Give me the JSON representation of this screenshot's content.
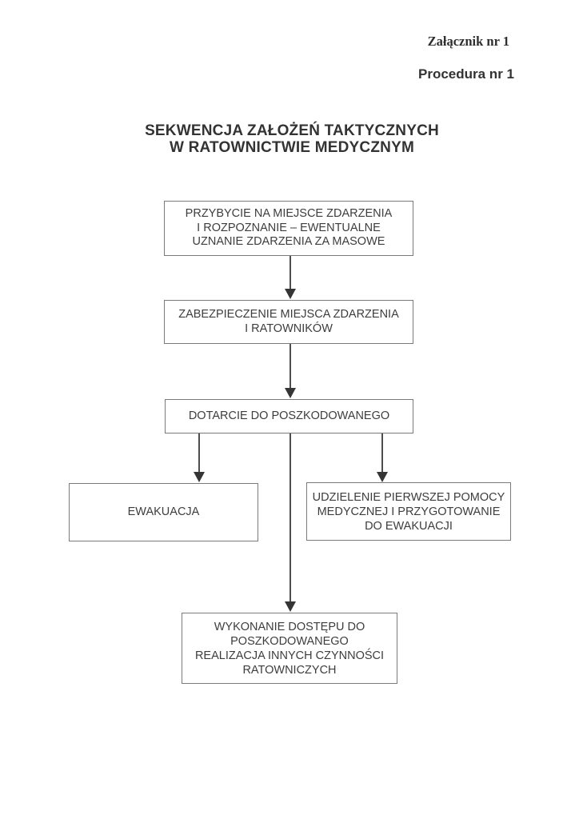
{
  "page": {
    "header": {
      "attachment": "Załącznik nr 1",
      "procedure": "Procedura nr 1"
    },
    "title": "SEKWENCJA ZAŁOŻEŃ TAKTYCZNYCH\nW RATOWNICTWIE MEDYCZNYM"
  },
  "flowchart": {
    "nodes": {
      "arrival": "PRZYBYCIE NA MIEJSCE ZDARZENIA\nI ROZPOZNANIE – EWENTUALNE\nUZNANIE ZDARZENIA ZA MASOWE",
      "securing": "ZABEZPIECZENIE MIEJSCA ZDARZENIA\nI RATOWNIKÓW",
      "reaching": "DOTARCIE DO POSZKODOWANEGO",
      "evacuation": "EWAKUACJA",
      "first_aid": "UDZIELENIE PIERWSZEJ POMOCY\nMEDYCZNEJ I PRZYGOTOWANIE\nDO EWAKUACJI",
      "access": "WYKONANIE DOSTĘPU DO\nPOSZKODOWANEGO\nREALIZACJA INNYCH CZYNNOŚCI\nRATOWNICZYCH"
    },
    "colors": {
      "background": "#ffffff",
      "text": "#3d3d3d",
      "box_border": "#7a7a7a",
      "arrow": "#4d4d4d"
    }
  }
}
